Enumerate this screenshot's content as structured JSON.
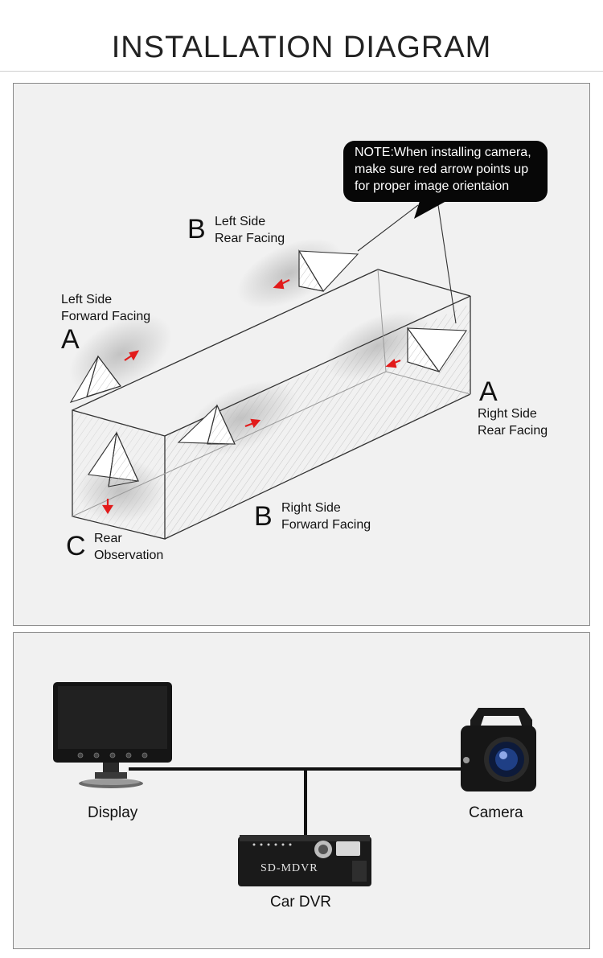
{
  "header": {
    "title": "INSTALLATION DIAGRAM"
  },
  "note": {
    "lines": [
      "NOTE:When installing camera,",
      "make sure red arrow points up",
      "for proper image orientaion"
    ]
  },
  "positions": [
    {
      "letter": "B",
      "line1": "Left Side",
      "line2": "Rear Facing"
    },
    {
      "letter": "A",
      "line1": "Left Side",
      "line2": "Forward Facing"
    },
    {
      "letter": "A",
      "line1": "Right Side",
      "line2": "Rear Facing"
    },
    {
      "letter": "B",
      "line1": "Right Side",
      "line2": "Forward Facing"
    },
    {
      "letter": "C",
      "line1": "Rear",
      "line2": "Observation"
    }
  ],
  "devices": {
    "display": "Display",
    "camera": "Camera",
    "dvr": "Car DVR",
    "dvr_brand": "SD-MDVR"
  },
  "colors": {
    "arrow": "#e21b1b",
    "cable": "#111111",
    "note_bg": "#070707"
  }
}
